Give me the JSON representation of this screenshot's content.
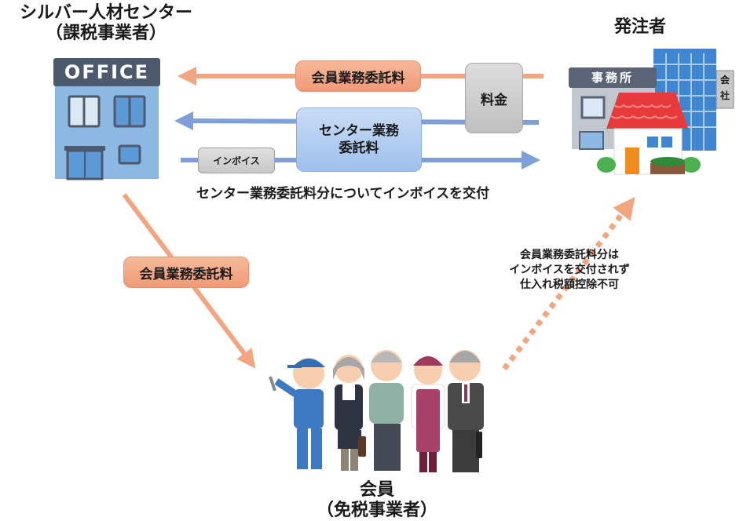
{
  "nodes": {
    "silver_center": {
      "name": "シルバー人材センター",
      "status": "（課税事業者）",
      "sign": "OFFICE"
    },
    "client": {
      "name": "発注者",
      "sign_office": "事務所",
      "sign_company": "会社"
    },
    "members": {
      "name": "会員",
      "status": "（免税事業者）"
    }
  },
  "flows": {
    "member_fee_top": "会員業務委託料",
    "fee_box": "料金",
    "center_fee_line1": "センター業務",
    "center_fee_line2": "委託料",
    "invoice": "インボイス",
    "invoice_caption": "センター業務委託料分についてインボイスを交付",
    "member_fee_diagonal": "会員業務委託料",
    "note_lines": [
      "会員業務委託料分は",
      "インボイスを交付されず",
      "仕入れ税額控除不可"
    ]
  },
  "colors": {
    "orange_arrow": "#f2a57e",
    "blue_arrow": "#7f9fd8",
    "office_blue": "#8cb8e4",
    "sign_dark": "#4d5a6e",
    "roof_red": "#e83a3a"
  }
}
